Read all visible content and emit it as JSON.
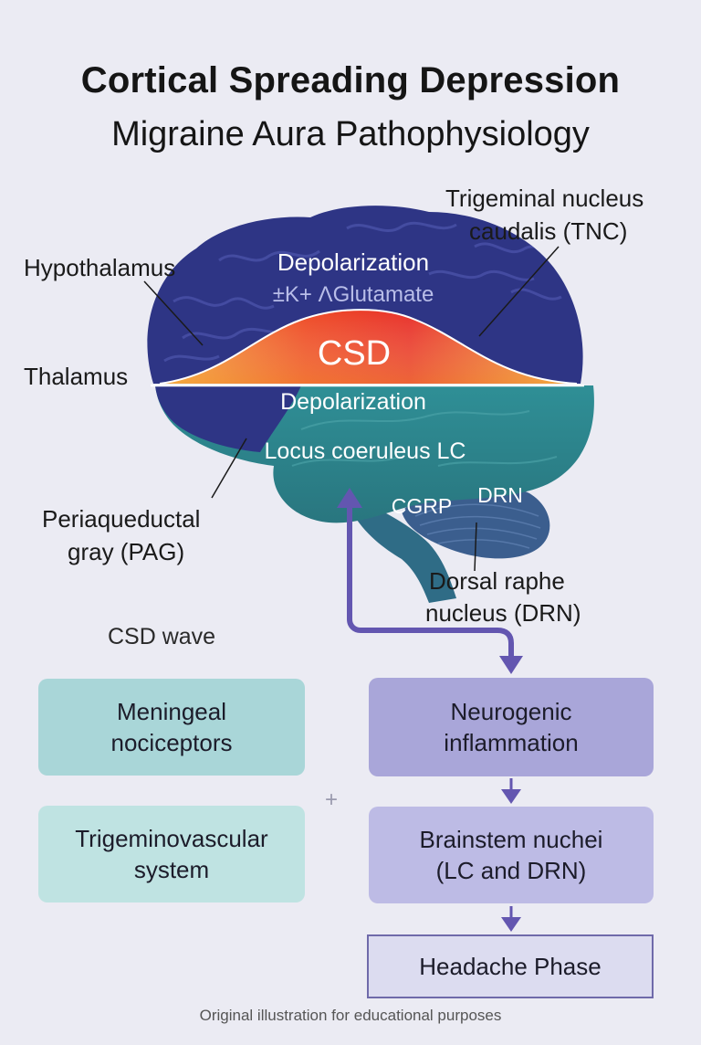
{
  "title": {
    "line1": "Cortical Spreading Depression",
    "line2": "Migraine Aura Pathophysiology"
  },
  "brain": {
    "top_label": "Depolarization",
    "ions_label": "±K+ ΛGlutamate",
    "csd_label": "CSD",
    "lower_label": "Depolarization",
    "lc_label": "Locus coeruleus LC",
    "cgrp_label": "CGRP",
    "drn_label": "DRN"
  },
  "callouts": {
    "hypothalamus": "Hypothalamus",
    "thalamus": "Thalamus",
    "tnc_line1": "Trigeminal nucleus",
    "tnc_line2": "caudalis (TNC)",
    "pag_line1": "Periaqueductal",
    "pag_line2": "gray (PAG)",
    "drn_line1": "Dorsal raphe",
    "drn_line2": "nucleus (DRN)"
  },
  "csd_wave_label": "CSD wave",
  "left_boxes": [
    {
      "line1": "Meningeal",
      "line2": "nociceptors"
    },
    {
      "line1": "Trigeminovascular",
      "line2": "system"
    }
  ],
  "plus_sign": "+",
  "right_boxes": [
    {
      "line1": "Neurogenic",
      "line2": "inflammation"
    },
    {
      "line1": "Brainstem nuchei",
      "line2": "(LC and DRN)"
    },
    {
      "line1": "Headache Phase",
      "line2": ""
    }
  ],
  "footer": "Original illustration for educational purposes",
  "colors": {
    "background": "#ebebf3",
    "cortex": "#2e3585",
    "brainstem_teal": "#2f8d93",
    "csd_red": "#e8322a",
    "csd_orange": "#f0952a",
    "arrow_purple": "#6356b0",
    "box_teal": "#a9d6d8",
    "box_purple": "#a9a6d9"
  }
}
